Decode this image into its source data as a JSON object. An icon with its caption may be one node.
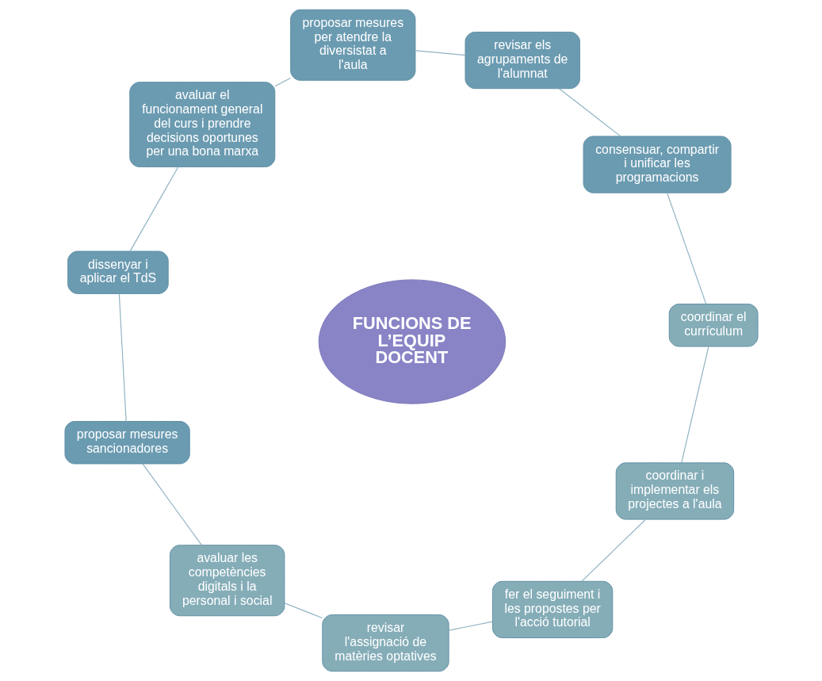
{
  "diagram": {
    "nodes": [
      {
        "text": [
          "FUNCIONS DE L’EQUIP DOCENT"
        ]
      },
      {
        "text": [
          "consensuar, compartir i unificar les programacions"
        ]
      },
      {
        "text": [
          "revisar els agrupaments de l'alumnat"
        ]
      },
      {
        "text": [
          "proposar mesures per atendre la diversistat a l'aula"
        ]
      },
      {
        "text": [
          "avaluar el funcionament general del curs i prendre decisions oportunes per una bona marxa"
        ]
      },
      {
        "text": [
          "dissenyar i aplicar el TdS"
        ]
      },
      {
        "text": [
          "proposar mesures sancionadores"
        ]
      },
      {
        "text": [
          "avaluar les competències digitals i la personal i social"
        ]
      },
      {
        "text": [
          "revisar l'assignació de matèries optatives"
        ]
      },
      {
        "text": [
          "fer el seguiment i les propostes per l'acció tutorial"
        ]
      },
      {
        "text": [
          "coordinar i implementar els projectes a l'aula"
        ]
      },
      {
        "text": [
          "coordinar el currículum"
        ]
      }
    ],
    "edges": [
      {
        "from": 1,
        "to": 2,
        "arrow": "none"
      },
      {
        "from": 2,
        "to": 3,
        "arrow": "none"
      },
      {
        "from": 3,
        "to": 4,
        "arrow": "none"
      },
      {
        "from": 4,
        "to": 5,
        "arrow": "none"
      },
      {
        "from": 5,
        "to": 6,
        "arrow": "none"
      },
      {
        "from": 6,
        "to": 7,
        "arrow": "none"
      },
      {
        "from": 7,
        "to": 8,
        "arrow": "none"
      },
      {
        "from": 8,
        "to": 9,
        "arrow": "none"
      },
      {
        "from": 9,
        "to": 10,
        "arrow": "none"
      },
      {
        "from": 10,
        "to": 11,
        "arrow": "none"
      },
      {
        "from": 11,
        "to": 1,
        "arrow": "none"
      }
    ]
  }
}
